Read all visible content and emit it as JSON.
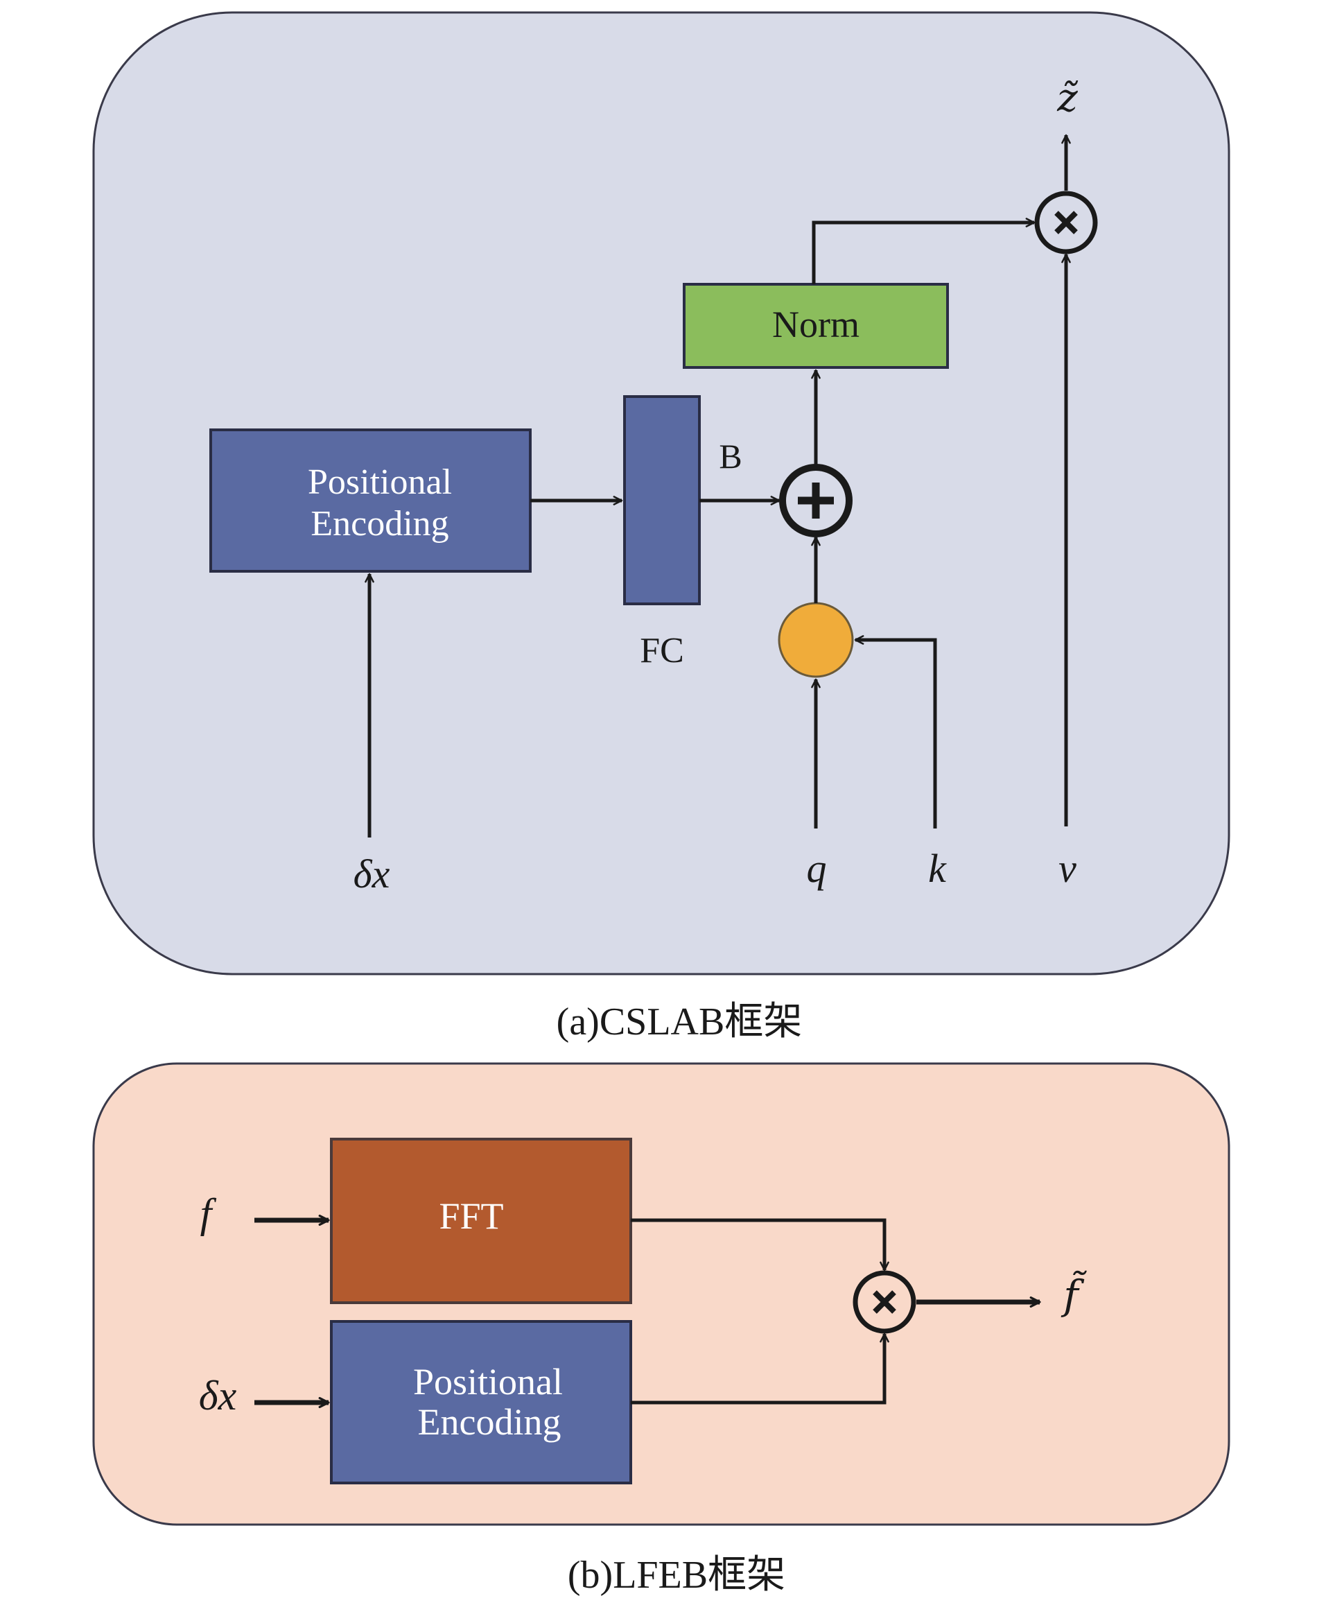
{
  "panel_a": {
    "caption": "(a)CSLAB框架",
    "positional_encoding_line1": "Positional",
    "positional_encoding_line2": "Encoding",
    "fc_label": "FC",
    "b_label": "B",
    "norm_label": "Norm",
    "input_dx": "δx",
    "input_q": "q",
    "input_k": "k",
    "input_v": "v",
    "output": "z̃",
    "plus_symbol": "+",
    "times_symbol": "×"
  },
  "panel_b": {
    "caption": "(b)LFEB框架",
    "fft_label": "FFT",
    "positional_encoding_line1": "Positional",
    "positional_encoding_line2": "Encoding",
    "input_f": "f",
    "input_dx": "δx",
    "output": "f̃",
    "times_symbol": "×"
  },
  "colors": {
    "panel_a_bg": "#d8dbe8",
    "panel_b_bg": "#f9d9c9",
    "blue_block": "#5a6aa2",
    "green_block": "#8bbd5c",
    "orange_node": "#f0ac3a",
    "fft_block": "#b35a2e",
    "stroke": "#1a1a1a"
  }
}
